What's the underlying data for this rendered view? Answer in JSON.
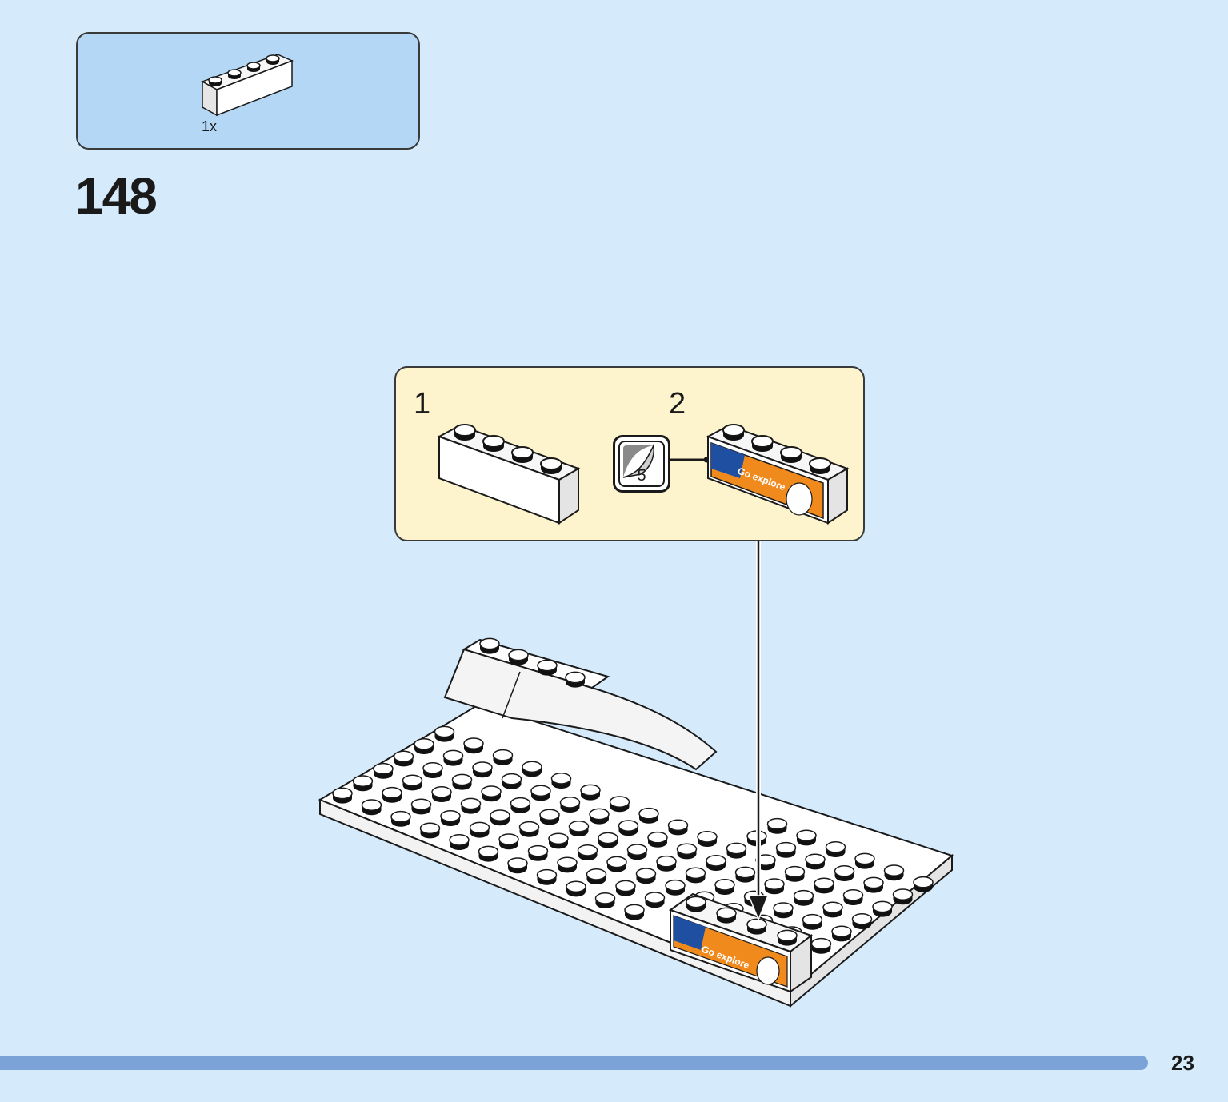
{
  "parts_list": {
    "quantity": "1x",
    "part": "white-brick-1x4-icon"
  },
  "step": {
    "number": "148"
  },
  "sub_assembly": {
    "steps": [
      {
        "number": "1",
        "part": "white-brick-1x4-icon"
      },
      {
        "number": "2",
        "part": "printed-brick-1x4-icon"
      }
    ],
    "sticker": {
      "number": "5"
    },
    "printed_text": "Go explore"
  },
  "page": {
    "number": "23"
  },
  "colors": {
    "background": "#d5ebfb",
    "parts_box": "#b3d7f4",
    "sub_box": "#fdf3cc",
    "footer_bar": "#7ba3d8",
    "print_orange": "#f08a1c",
    "print_blue": "#1f4fa0"
  }
}
